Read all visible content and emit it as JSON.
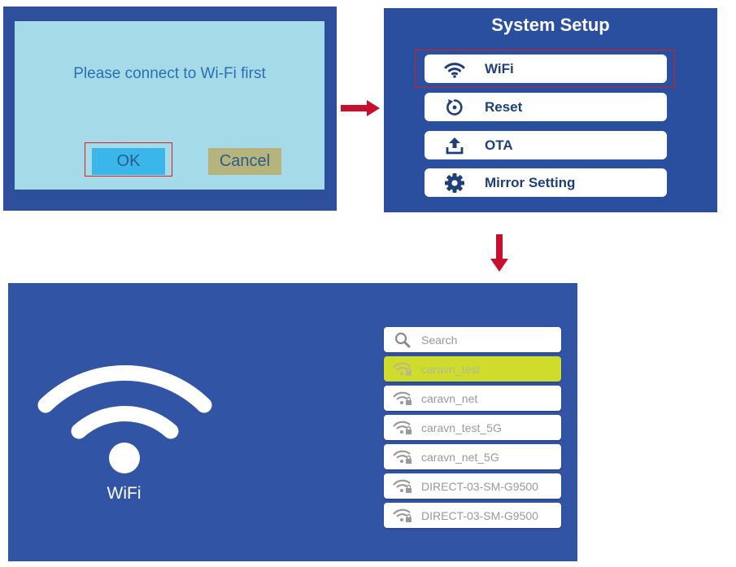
{
  "dialog": {
    "message": "Please connect to Wi-Fi first",
    "ok_label": "OK",
    "cancel_label": "Cancel"
  },
  "system_setup": {
    "title": "System Setup",
    "items": [
      {
        "label": "WiFi",
        "icon": "wifi-icon"
      },
      {
        "label": "Reset",
        "icon": "reset-icon"
      },
      {
        "label": "OTA",
        "icon": "upload-icon"
      },
      {
        "label": "Mirror Setting",
        "icon": "gear-icon"
      }
    ]
  },
  "wifi_screen": {
    "label": "WiFi",
    "search_placeholder": "Search",
    "networks": [
      {
        "ssid": "caravn_test",
        "selected": true
      },
      {
        "ssid": "caravn_net"
      },
      {
        "ssid": "caravn_test_5G"
      },
      {
        "ssid": "caravn_net_5G"
      },
      {
        "ssid": "DIRECT-03-SM-G9500"
      },
      {
        "ssid": "DIRECT-03-SM-G9500"
      }
    ]
  },
  "colors": {
    "panel_blue": "#2e4f9c",
    "dialog_bg": "#a5dbe9",
    "ok_button": "#3bb6ea",
    "cancel_button": "#b7b37c",
    "highlight_red": "#d81e1e",
    "selected_row": "#cfdc2c"
  }
}
